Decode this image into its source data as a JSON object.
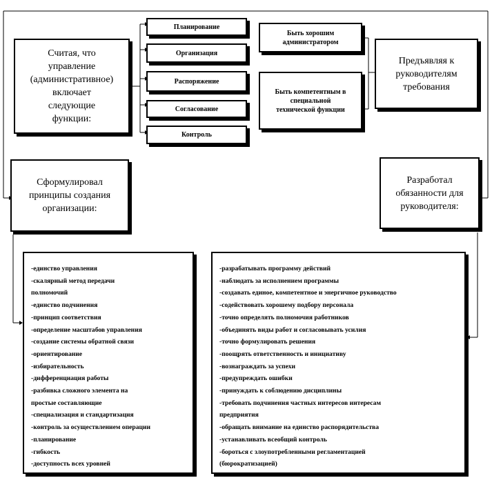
{
  "diagram": {
    "admin_box": [
      "Считая, что",
      "управление",
      "(административное)",
      "включает",
      "следующие",
      "функции:"
    ],
    "functions": [
      "Планирование",
      "Организация",
      "Распоряжение",
      "Согласование",
      "Контроль"
    ],
    "requirements_box": [
      "Предъявляя к",
      "руководителям",
      "требования"
    ],
    "requirements": [
      [
        "Быть хорошим",
        "администратором"
      ],
      [
        "Быть компетентным в",
        "специальной",
        "технической функции"
      ]
    ],
    "principles_box": [
      "Сформулировал",
      "принципы создания",
      "организации:"
    ],
    "duties_box": [
      "Разработал",
      "обязанности для",
      "руководителя:"
    ],
    "principles_list": [
      "-единство управления",
      "-скалярный метод передачи",
      "полномочий",
      "-единство подчинения",
      "-принцип соответствия",
      "-определение масштабов управления",
      "-создание системы обратной связи",
      "-ориентирование",
      "-избирательность",
      "-дифференциация работы",
      "-разбивка сложного элемента на",
      "простые составляющие",
      "-специализация и стандартизация",
      "-контроль за осуществлением операции",
      "-планирование",
      "-гибкость",
      "-доступность всех уровней"
    ],
    "duties_list": [
      "-разрабатывать программу действий",
      "-наблюдать за исполнением программы",
      "-создавать единое, компетентное и энергичное руководство",
      "-содействовать хорошему подбору персонала",
      "-точно определять полномочия работников",
      "-объединять виды работ и согласовывать усилия",
      "-точно формулировать решения",
      "-поощрять ответственность и инициативу",
      "-вознаграждать за успехи",
      "-предупреждать ошибки",
      "-принуждать к соблюдению дисциплины",
      "-требовать подчинения частных интересов интересам",
      "предприятия",
      "-обращать внимание на единство распорядительства",
      "-устанавливать всеобщий контроль",
      "-бороться с злоупотребленными регламентацией",
      "(бюрократизацией)"
    ]
  }
}
